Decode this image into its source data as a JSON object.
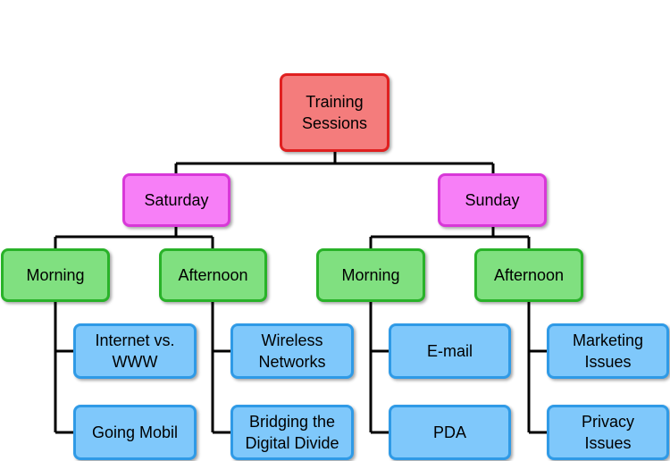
{
  "root": {
    "label": "Training\nSessions"
  },
  "days": [
    {
      "label": "Saturday",
      "periods": [
        {
          "label": "Morning",
          "sessions": [
            "Internet vs.\nWWW",
            "Going Mobil"
          ]
        },
        {
          "label": "Afternoon",
          "sessions": [
            "Wireless\nNetworks",
            "Bridging the\nDigital Divide"
          ]
        }
      ]
    },
    {
      "label": "Sunday",
      "periods": [
        {
          "label": "Morning",
          "sessions": [
            "E-mail",
            "PDA"
          ]
        },
        {
          "label": "Afternoon",
          "sessions": [
            "Marketing\nIssues",
            "Privacy\nIssues"
          ]
        }
      ]
    }
  ],
  "colors": {
    "root_fill": "#f47c7c",
    "day_fill": "#f77ff7",
    "period_fill": "#80e080",
    "session_fill": "#7fc8fb",
    "connector": "#000000"
  }
}
